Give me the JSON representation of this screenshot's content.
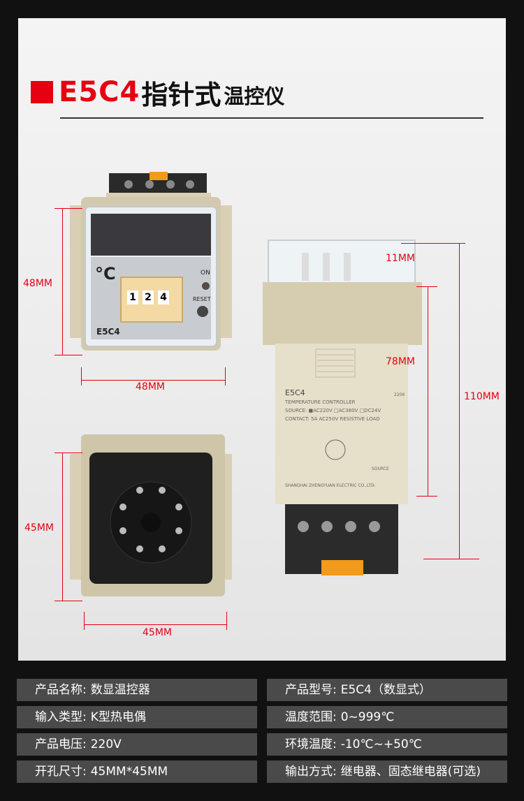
{
  "header": {
    "model": "E5C4",
    "title_main": "指针式",
    "title_sub": "温控仪"
  },
  "dimensions": {
    "front_height": "48MM",
    "front_width": "48MM",
    "side_top": "11MM",
    "side_body": "78MM",
    "side_total": "110MM",
    "back_height": "45MM",
    "back_width": "45MM"
  },
  "device": {
    "unit_symbol": "°C",
    "on_label": "ON",
    "reset_label": "RESET",
    "model_label": "E5C4",
    "digits": [
      "1",
      "2",
      "4"
    ],
    "side_model": "E5C4",
    "side_code": "2206",
    "side_line1": "TEMPERATURE CONTROLLER",
    "side_line2": "SOURCE: ■AC220V □AC380V □DC24V",
    "side_line3": "CONTACT: 5A AC250V RESISTIVE LOAD",
    "side_source": "SOURCE",
    "side_maker": "SHANGHAI ZHENGYUAN ELECTRIC CO.,LTD."
  },
  "specs": [
    {
      "label": "产品名称:",
      "value": "数显温控器"
    },
    {
      "label": "产品型号:",
      "value": "E5C4（数显式）"
    },
    {
      "label": "输入类型:",
      "value": "K型热电偶"
    },
    {
      "label": "温度范围:",
      "value": "0~999℃"
    },
    {
      "label": "产品电压:",
      "value": "220V"
    },
    {
      "label": "环境温度:",
      "value": "-10℃~+50℃"
    },
    {
      "label": "开孔尺寸:",
      "value": "45MM*45MM"
    },
    {
      "label": "输出方式:",
      "value": "继电器、固态继电器(可选)"
    }
  ],
  "colors": {
    "accent": "#e50012",
    "spec_bg": "#4a4a4a",
    "housing": "#d9cfb5"
  }
}
